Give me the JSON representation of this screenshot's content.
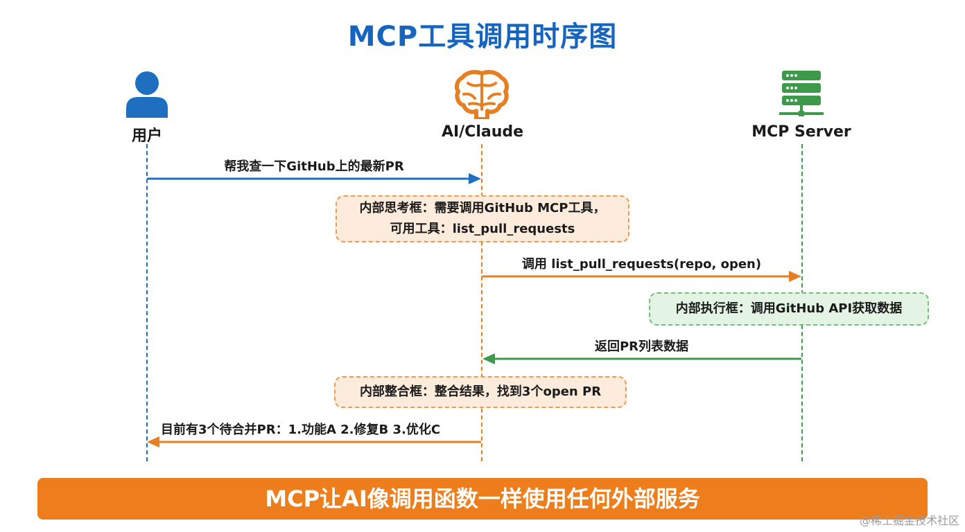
{
  "title": "MCP工具调用时序图",
  "actors": {
    "user": {
      "label": "用户",
      "icon": "user-icon",
      "color": "#1f6fc1"
    },
    "ai": {
      "label": "AI/Claude",
      "icon": "brain-icon",
      "color": "#e67e22"
    },
    "server": {
      "label": "MCP Server",
      "icon": "server-icon",
      "color": "#3d9a4b"
    }
  },
  "messages": {
    "m1": "帮我查一下GitHub上的最新PR",
    "m2": "调用 list_pull_requests(repo, open)",
    "m3": "返回PR列表数据",
    "m4": "目前有3个待合并PR：1.功能A 2.修复B 3.优化C"
  },
  "notes": {
    "think_line1": "内部思考框：需要调用GitHub MCP工具，",
    "think_line2": "可用工具：list_pull_requests",
    "exec": "内部执行框：调用GitHub API获取数据",
    "merge": "内部整合框：整合结果，找到3个open PR"
  },
  "banner": "MCP让AI像调用函数一样使用任何外部服务",
  "watermark": "@稀土掘金技术社区"
}
